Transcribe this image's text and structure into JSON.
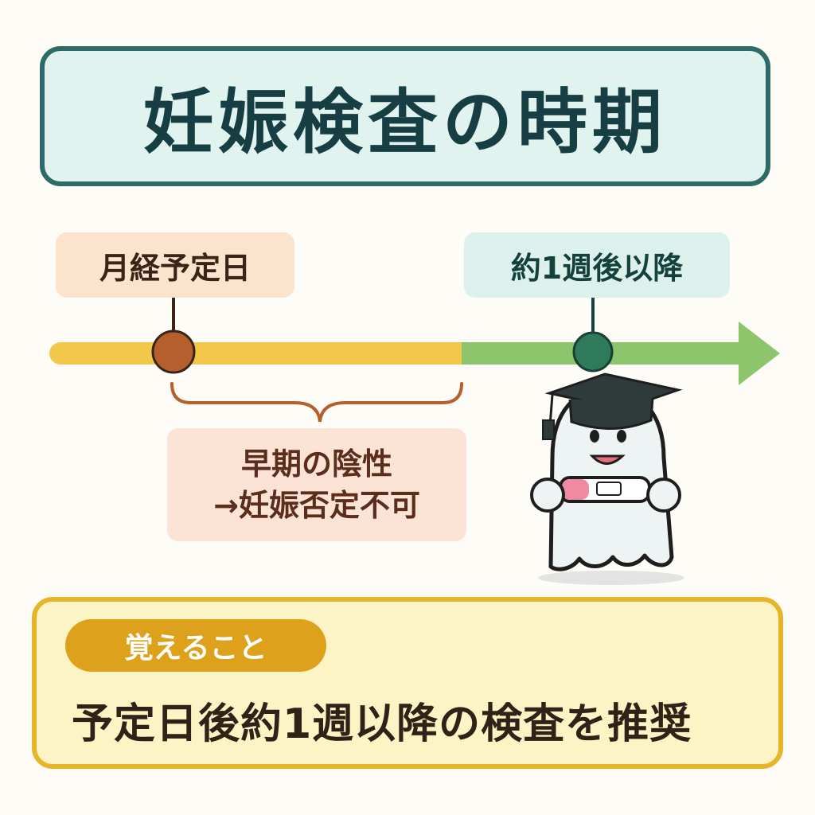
{
  "title": "妊娠検査の時期",
  "timeline": {
    "start_label": "月経予定日",
    "end_label": "約1週後以降"
  },
  "note": {
    "line1": "早期の陰性",
    "line2": "→妊娠否定不可"
  },
  "memo": {
    "heading": "覚えること",
    "text": "予定日後約1週以降の検査を推奨"
  },
  "colors": {
    "title_border": "#2e6b66",
    "early_segment": "#f2c84b",
    "late_segment": "#8cc56b",
    "start_marker": "#b5602c",
    "end_marker": "#2f7a5a",
    "memo_border": "#e6b52a"
  },
  "icons": {
    "mascot": "ghost-with-graduation-cap-holding-pregnancy-test"
  }
}
